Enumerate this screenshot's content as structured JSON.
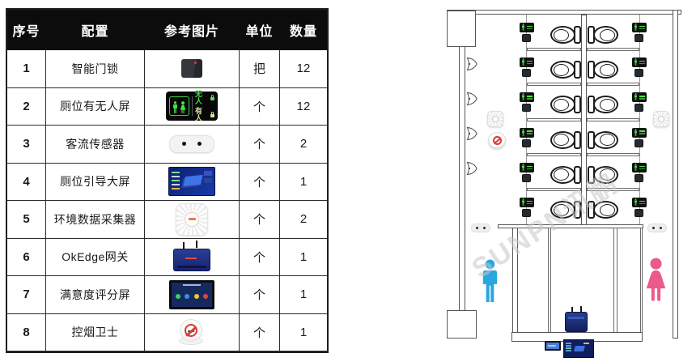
{
  "table": {
    "headers": [
      "序号",
      "配置",
      "参考图片",
      "单位",
      "数量"
    ],
    "rows": [
      {
        "no": "1",
        "name": "智能门锁",
        "image": "smart-lock",
        "unit": "把",
        "qty": "12"
      },
      {
        "no": "2",
        "name": "厕位有无人屏",
        "image": "occupancy-screen",
        "unit": "个",
        "qty": "12"
      },
      {
        "no": "3",
        "name": "客流传感器",
        "image": "flow-sensor",
        "unit": "个",
        "qty": "2"
      },
      {
        "no": "4",
        "name": "厕位引导大屏",
        "image": "guide-screen",
        "unit": "个",
        "qty": "1"
      },
      {
        "no": "5",
        "name": "环境数据采集器",
        "image": "env-collector",
        "unit": "个",
        "qty": "2"
      },
      {
        "no": "6",
        "name": "OkEdge网关",
        "image": "gateway",
        "unit": "个",
        "qty": "1"
      },
      {
        "no": "7",
        "name": "满意度评分屏",
        "image": "rating-screen",
        "unit": "个",
        "qty": "1"
      },
      {
        "no": "8",
        "name": "控烟卫士",
        "image": "smoke-guard",
        "unit": "个",
        "qty": "1"
      }
    ],
    "occupancy_screen_labels": {
      "vacant": "无人",
      "occupied": "有人"
    }
  },
  "floor_plan": {
    "watermark": "SUNPN讯鹏",
    "stall_rows": 6,
    "stall_columns": 2,
    "stalls_total": 12,
    "urinals": 4,
    "entrance_sensors": 2,
    "colors": {
      "indicator_green": "#49e04a",
      "male_blue": "#2aa7e0",
      "female_pink": "#eb5a8c",
      "alarm_red": "#d83a3a",
      "table_header_bg": "#0c0c0c"
    },
    "icons": {
      "male-symbol": "male person silhouette",
      "female-symbol": "female person silhouette",
      "toilet": "top-view toilet",
      "urinal": "top-view urinal",
      "occupancy-indicator-icon": "green led stall screen",
      "door-lock-icon": "black lock box",
      "no-smoking-icon": "red no-smoking ring",
      "env-collector-icon": "round white sensor",
      "flow-sensor-icon": "two-dot people counter"
    }
  }
}
